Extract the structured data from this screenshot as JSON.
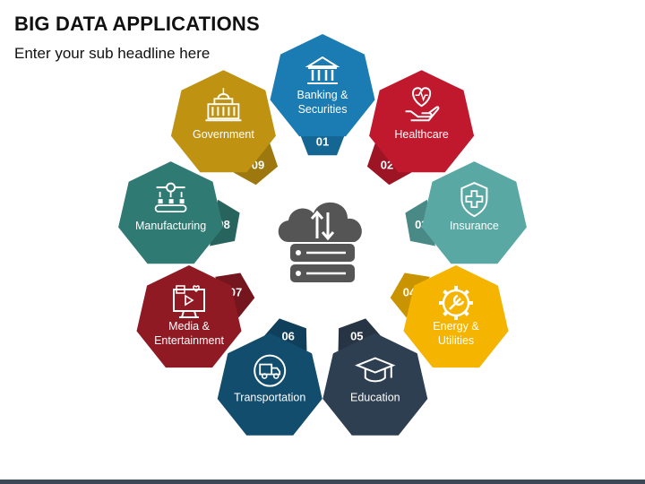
{
  "header": {
    "title": "BIG DATA APPLICATIONS",
    "subtitle": "Enter your sub headline here"
  },
  "center": {
    "icon": "cloud-server-upload-download-icon",
    "color": "#555555"
  },
  "nodes": [
    {
      "number": "01",
      "label_lines": [
        "Banking &",
        "Securities"
      ],
      "color": "#1a7cb2",
      "icon": "bank-icon"
    },
    {
      "number": "02",
      "label_lines": [
        "Healthcare"
      ],
      "color": "#c0182c",
      "icon": "heart-hand-icon"
    },
    {
      "number": "03",
      "label_lines": [
        "Insurance"
      ],
      "color": "#5aa8a3",
      "icon": "shield-cross-icon"
    },
    {
      "number": "04",
      "label_lines": [
        "Energy &",
        "Utilities"
      ],
      "color": "#f5b400",
      "icon": "gear-wrench-icon"
    },
    {
      "number": "05",
      "label_lines": [
        "Education"
      ],
      "color": "#2f3f52",
      "icon": "graduation-cap-icon"
    },
    {
      "number": "06",
      "label_lines": [
        "Transportation"
      ],
      "color": "#124d6e",
      "icon": "truck-icon"
    },
    {
      "number": "07",
      "label_lines": [
        "Media &",
        "Entertainment"
      ],
      "color": "#8f1a23",
      "icon": "media-monitor-icon"
    },
    {
      "number": "08",
      "label_lines": [
        "Manufacturing"
      ],
      "color": "#2f7a72",
      "icon": "conveyor-robot-icon"
    },
    {
      "number": "09",
      "label_lines": [
        "Government"
      ],
      "color": "#c09212",
      "icon": "government-building-icon"
    }
  ]
}
